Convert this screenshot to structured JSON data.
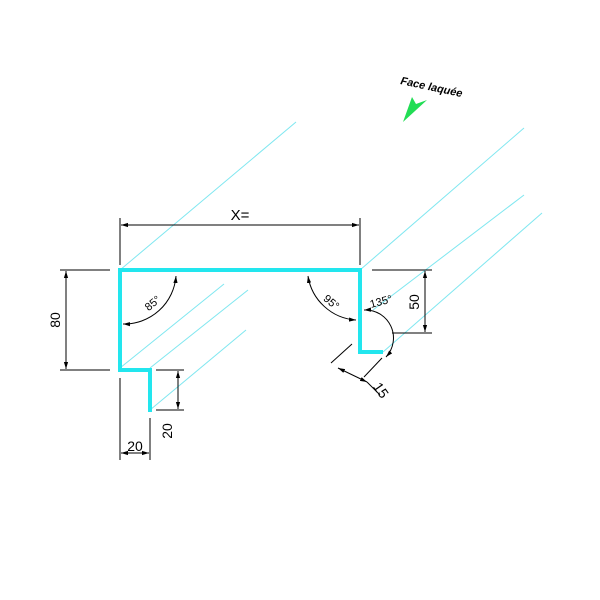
{
  "drawing": {
    "face_label": "Face laquée",
    "dim_width": "X=",
    "dim_height_total": "80",
    "dim_height_right": "50",
    "dim_bottom_width": "20",
    "dim_bottom_height": "20",
    "dim_lip": "15",
    "angle_left": "85°",
    "angle_right": "95°",
    "angle_lip": "135°"
  },
  "colors": {
    "profile": "#22e6ee",
    "projection": "#7fe7f0",
    "arrow": "#22dd55"
  }
}
